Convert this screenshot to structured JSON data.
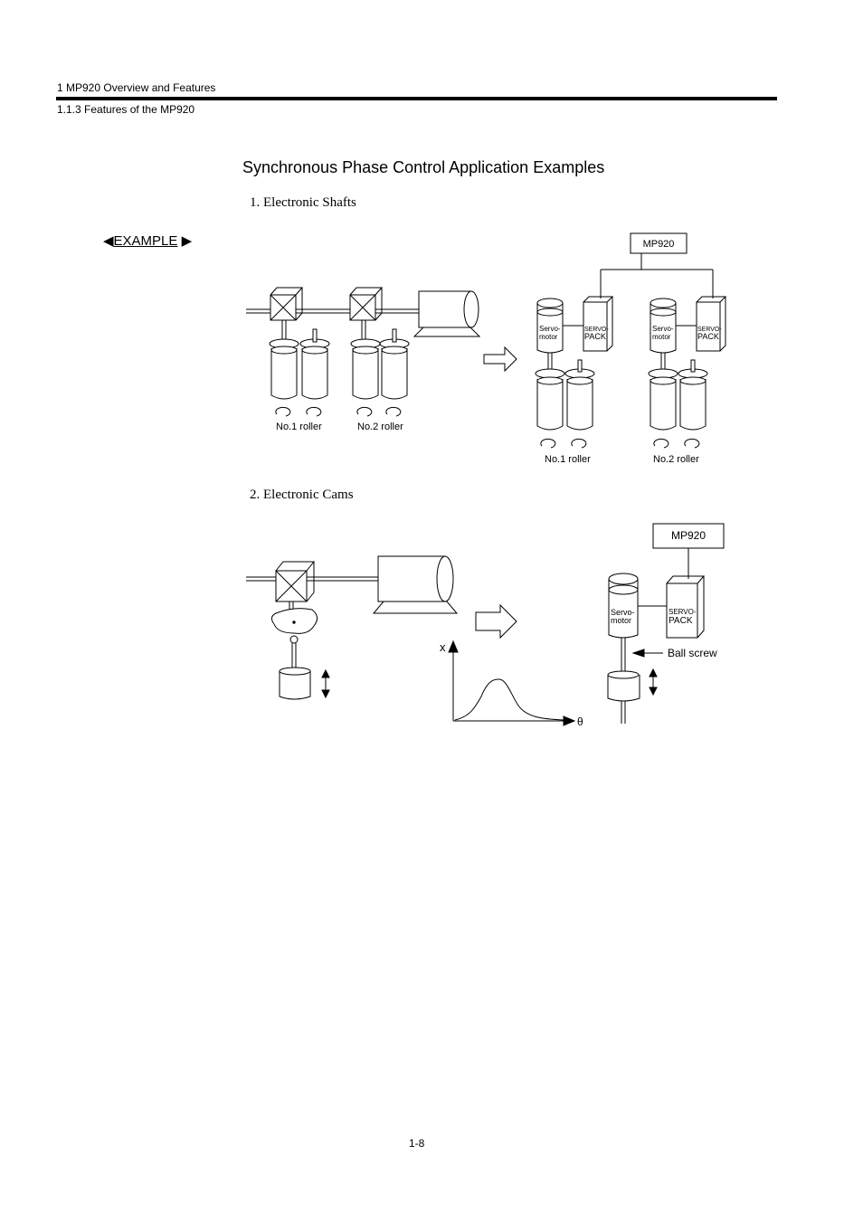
{
  "header": {
    "chapter": "1  MP920 Overview and Features",
    "section": "1.1.3  Features of the MP920"
  },
  "title": "Synchronous Phase Control Application Examples",
  "example_label": "EXAMPLE",
  "sections": [
    {
      "heading": "1.  Electronic Shafts",
      "mp920": "MP920",
      "servomotor_line1": "Servo-",
      "servomotor_line2": "motor",
      "servopack_line1": "SERVO-",
      "servopack_line2": "PACK",
      "roller1": "No.1 roller",
      "roller2": "No.2 roller"
    },
    {
      "heading": "2.  Electronic Cams",
      "mp920": "MP920",
      "servomotor_line1": "Servo-",
      "servomotor_line2": "motor",
      "servopack_line1": "SERVO-",
      "servopack_line2": "PACK",
      "ball_screw": "Ball screw",
      "axis_x": "x",
      "axis_theta": "θ"
    }
  ],
  "page_number": "1-8"
}
